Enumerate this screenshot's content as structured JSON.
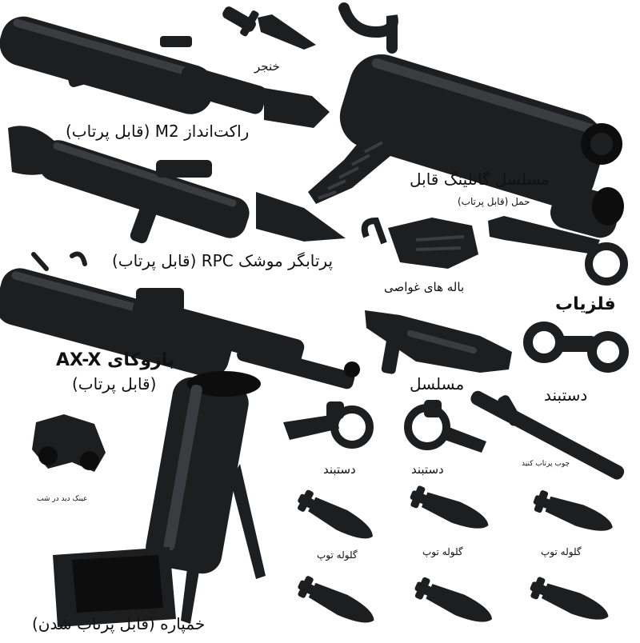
{
  "labels": {
    "dagger": "خنجر",
    "m2_rocket_launcher": "راکت‌انداز M2 (قابل پرتاب)",
    "gatling_mg": "مسلسل گاتلینگ قابل",
    "gatling_mg_sub": "حمل (قابل پرتاب)",
    "rpg_launcher": "پرتابگر موشک RPC (قابل پرتاب)",
    "diving_fins": "باله های غواصی",
    "metal_detector": "فلزیاب",
    "bazooka": "بازوکای AX-X",
    "bazooka_sub": "(قابل پرتاب)",
    "machine_gun": "مسلسل",
    "handcuffs_1": "دستبند",
    "night_vision": "عینک دید در شب",
    "baton": "چوب پرتاب کنید",
    "handcuffs_2": "دستبند",
    "handcuffs_3": "دستبند",
    "shell_1": "گلوله توپ",
    "shell_2": "گلوله توپ",
    "shell_3": "گلوله توپ",
    "mortar": "خمپاره (قابل پرتاب شدن)"
  },
  "colors": {
    "background": "#ffffff",
    "plastic": "#1d1e20",
    "highlight": "#3a3c40",
    "text": "#111111"
  }
}
